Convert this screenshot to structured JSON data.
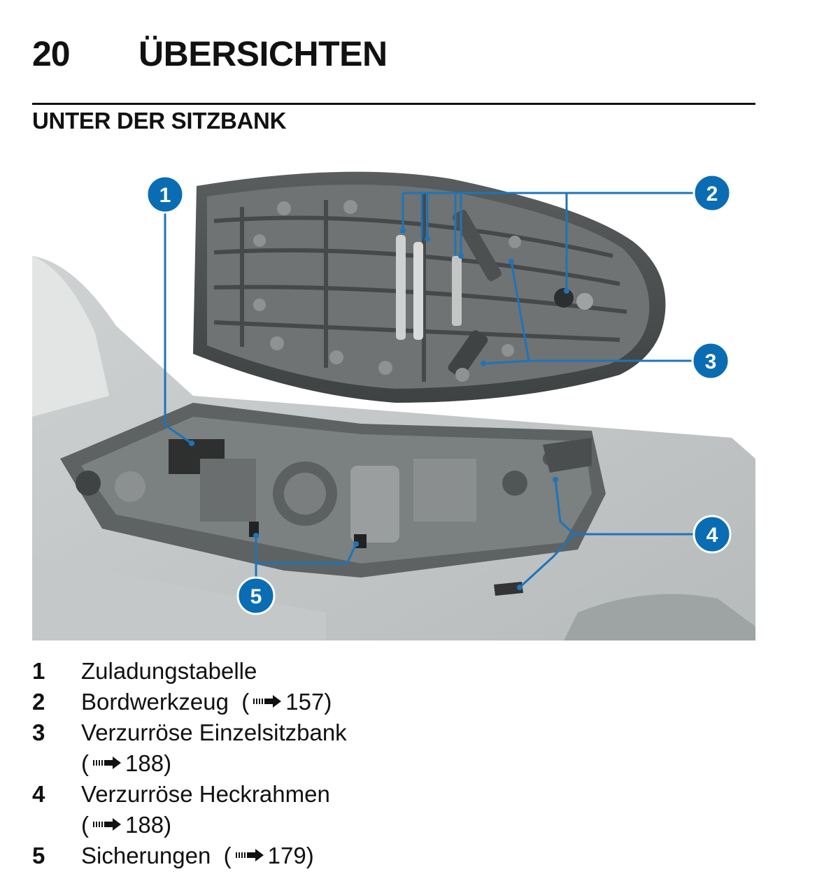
{
  "header": {
    "page_number": "20",
    "chapter_title": "ÜBERSICHTEN"
  },
  "section": {
    "title": "UNTER DER SITZBANK"
  },
  "figure": {
    "callouts": [
      "1",
      "2",
      "3",
      "4",
      "5"
    ],
    "colors": {
      "callout": "#0a6db3",
      "line": "#1f74b8"
    }
  },
  "legend": {
    "items": [
      {
        "number": "1",
        "text": "Zuladungstabelle",
        "ref": ""
      },
      {
        "number": "2",
        "text": "Bordwerkzeug",
        "ref": "157"
      },
      {
        "number": "3",
        "text": "Verzurröse Einzelsitzbank",
        "ref": "188"
      },
      {
        "number": "4",
        "text": "Verzurröse Heckrahmen",
        "ref": "188"
      },
      {
        "number": "5",
        "text": "Sicherungen",
        "ref": "179"
      }
    ]
  }
}
